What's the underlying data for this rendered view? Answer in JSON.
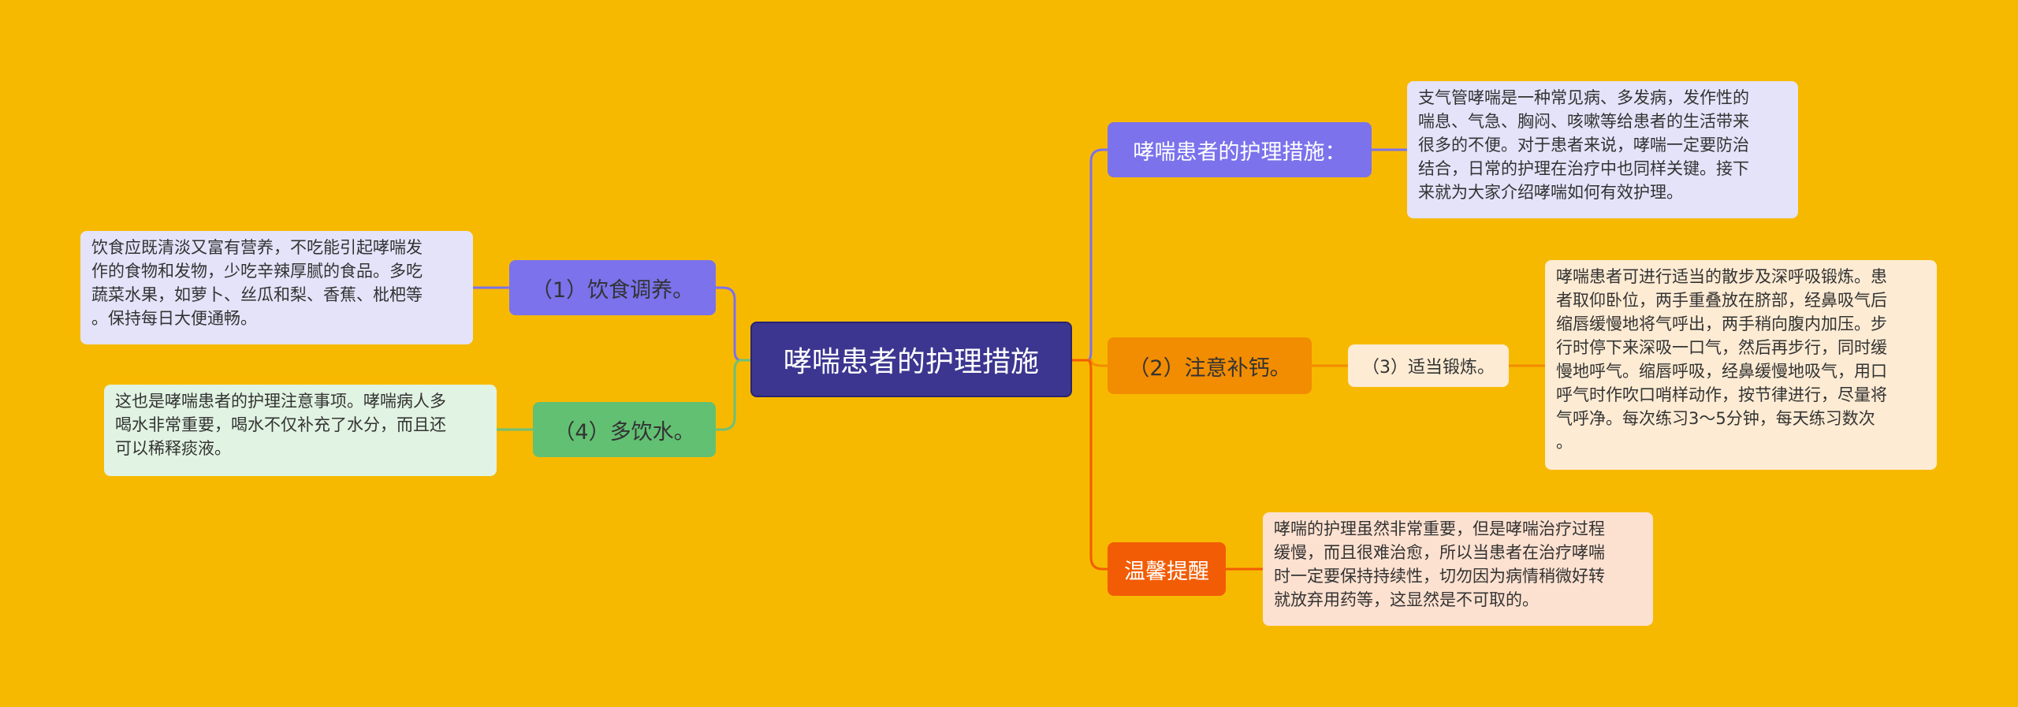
{
  "colors": {
    "background": "#F7B900",
    "center": "#3C3690",
    "purple": "#7B72EC",
    "orange": "#F28C00",
    "red": "#F25C05",
    "green": "#62C073",
    "teal": "#6CC07C"
  },
  "center": {
    "label": "哮喘患者的护理措施"
  },
  "branches": {
    "measures": {
      "label": "哮喘患者的护理措施：",
      "note": [
        "支气管哮喘是一种常见病、多发病，发作性的",
        "喘息、气急、胸闷、咳嗽等给患者的生活带来",
        "很多的不便。对于患者来说，哮喘一定要防治",
        "结合，日常的护理在治疗中也同样关键。接下",
        "来就为大家介绍哮喘如何有效护理。"
      ]
    },
    "calcium": {
      "label": "（2）注意补钙。",
      "sub_label": "（3）适当锻炼。",
      "note": [
        "哮喘患者可进行适当的散步及深呼吸锻炼。患",
        "者取仰卧位，两手重叠放在脐部，经鼻吸气后",
        "缩唇缓慢地将气呼出，两手稍向腹内加压。步",
        "行时停下来深吸一口气，然后再步行，同时缓",
        "慢地呼气。缩唇呼吸，经鼻缓慢地吸气，用口",
        "呼气时作吹口哨样动作，按节律进行，尽量将",
        "气呼净。每次练习3～5分钟，每天练习数次",
        "。"
      ]
    },
    "reminder": {
      "label": "温馨提醒",
      "note": [
        "哮喘的护理虽然非常重要，但是哮喘治疗过程",
        "缓慢，而且很难治愈，所以当患者在治疗哮喘",
        "时一定要保持持续性，切勿因为病情稍微好转",
        "就放弃用药等，这显然是不可取的。"
      ]
    },
    "diet": {
      "label": "（1）饮食调养。",
      "note": [
        "饮食应既清淡又富有营养，不吃能引起哮喘发",
        "作的食物和发物，少吃辛辣厚腻的食品。多吃",
        "蔬菜水果，如萝卜、丝瓜和梨、香蕉、枇杷等",
        "。保持每日大便通畅。"
      ]
    },
    "water": {
      "label": "（4）多饮水。",
      "note": [
        "这也是哮喘患者的护理注意事项。哮喘病人多",
        "喝水非常重要，喝水不仅补充了水分，而且还",
        "可以稀释痰液。"
      ]
    }
  }
}
